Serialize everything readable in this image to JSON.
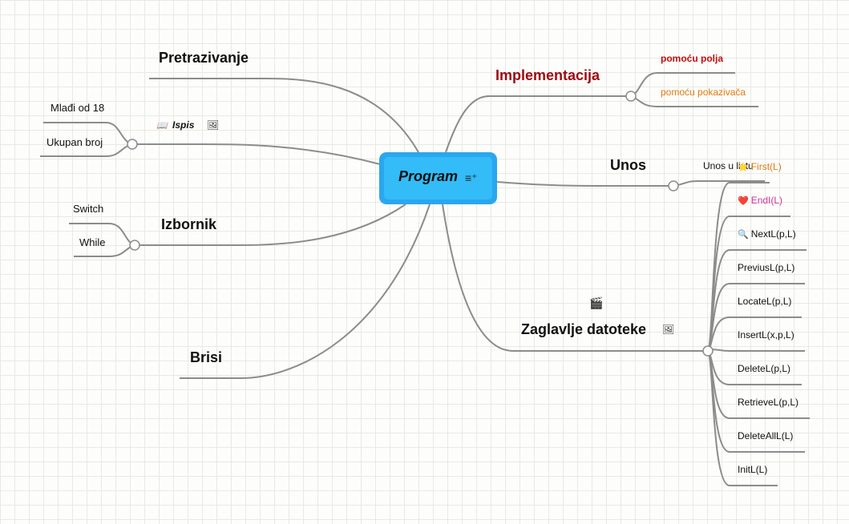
{
  "root": {
    "title": "Program",
    "icon": "notes-icon"
  },
  "left_branches": {
    "pretrazivanje": "Pretrazivanje",
    "ispis": {
      "label": "Ispis",
      "icon": "book-icon",
      "image_icon": "image-icon"
    },
    "ispis_children": [
      "Mlađi od 18",
      "Ukupan broj"
    ],
    "izbornik": "Izbornik",
    "izbornik_children": [
      "Switch",
      "While"
    ],
    "brisi": "Brisi"
  },
  "right_branches": {
    "implementacija": "Implementacija",
    "implementacija_children": [
      "pomoću polja",
      "pomoću pokazivača"
    ],
    "unos": "Unos",
    "unos_child": "Unos u listu",
    "zaglavlje": {
      "label": "Zaglavlje datoteke",
      "icon": "clapperboard-icon",
      "image_icon": "image-icon"
    },
    "functions": [
      {
        "label": "First(L)",
        "icon": "star-icon"
      },
      {
        "label": "EndI(L)",
        "icon": "heart-icon"
      },
      {
        "label": "NextL(p,L)",
        "icon": "magnifier-icon"
      },
      {
        "label": "PreviusL(p,L)"
      },
      {
        "label": "LocateL(p,L)"
      },
      {
        "label": "InsertL(x,p,L)"
      },
      {
        "label": "DeleteL(p,L)"
      },
      {
        "label": "RetrieveL(p,L)"
      },
      {
        "label": "DeleteAllL(L)"
      },
      {
        "label": "InitL(L)"
      }
    ]
  },
  "colors": {
    "line": "#8c8c8c",
    "root_border": "#2aa7ee",
    "root_fill": "#33bcf7",
    "implementacija": "#9b0a12",
    "polja": "#c01010",
    "pokazivaca": "#e07a10",
    "first": "#e07a10",
    "endl": "#d0359c"
  }
}
